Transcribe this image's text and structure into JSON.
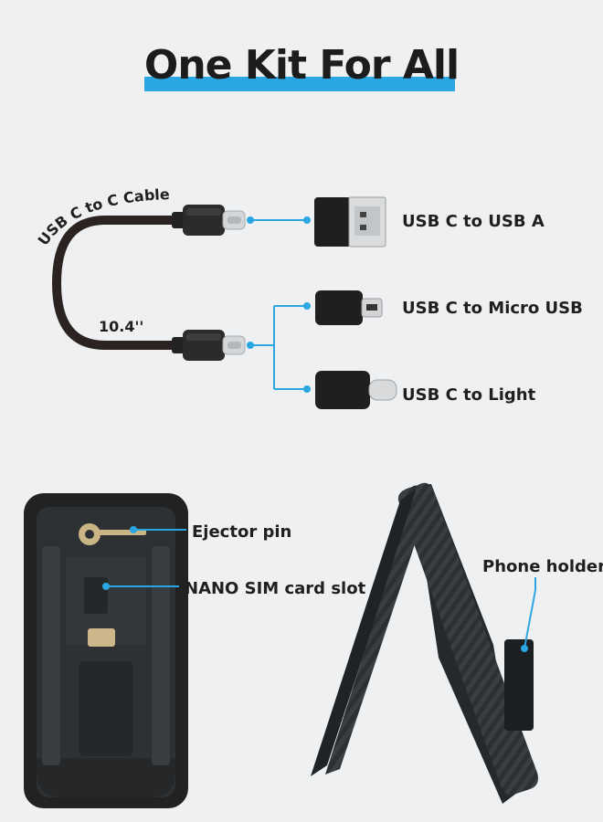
{
  "title": "One Kit For All",
  "accent_color": "#2aa6e2",
  "cable": {
    "label": "USB C to C Cable",
    "length": "10.4''"
  },
  "adapters": {
    "usb_a": "USB C to USB A",
    "micro_usb": "USB C to Micro USB",
    "light": "USB C to Light"
  },
  "case": {
    "ejector_pin": "Ejector pin",
    "sim_slot": "NANO SIM card slot",
    "phone_holder": "Phone holder"
  }
}
